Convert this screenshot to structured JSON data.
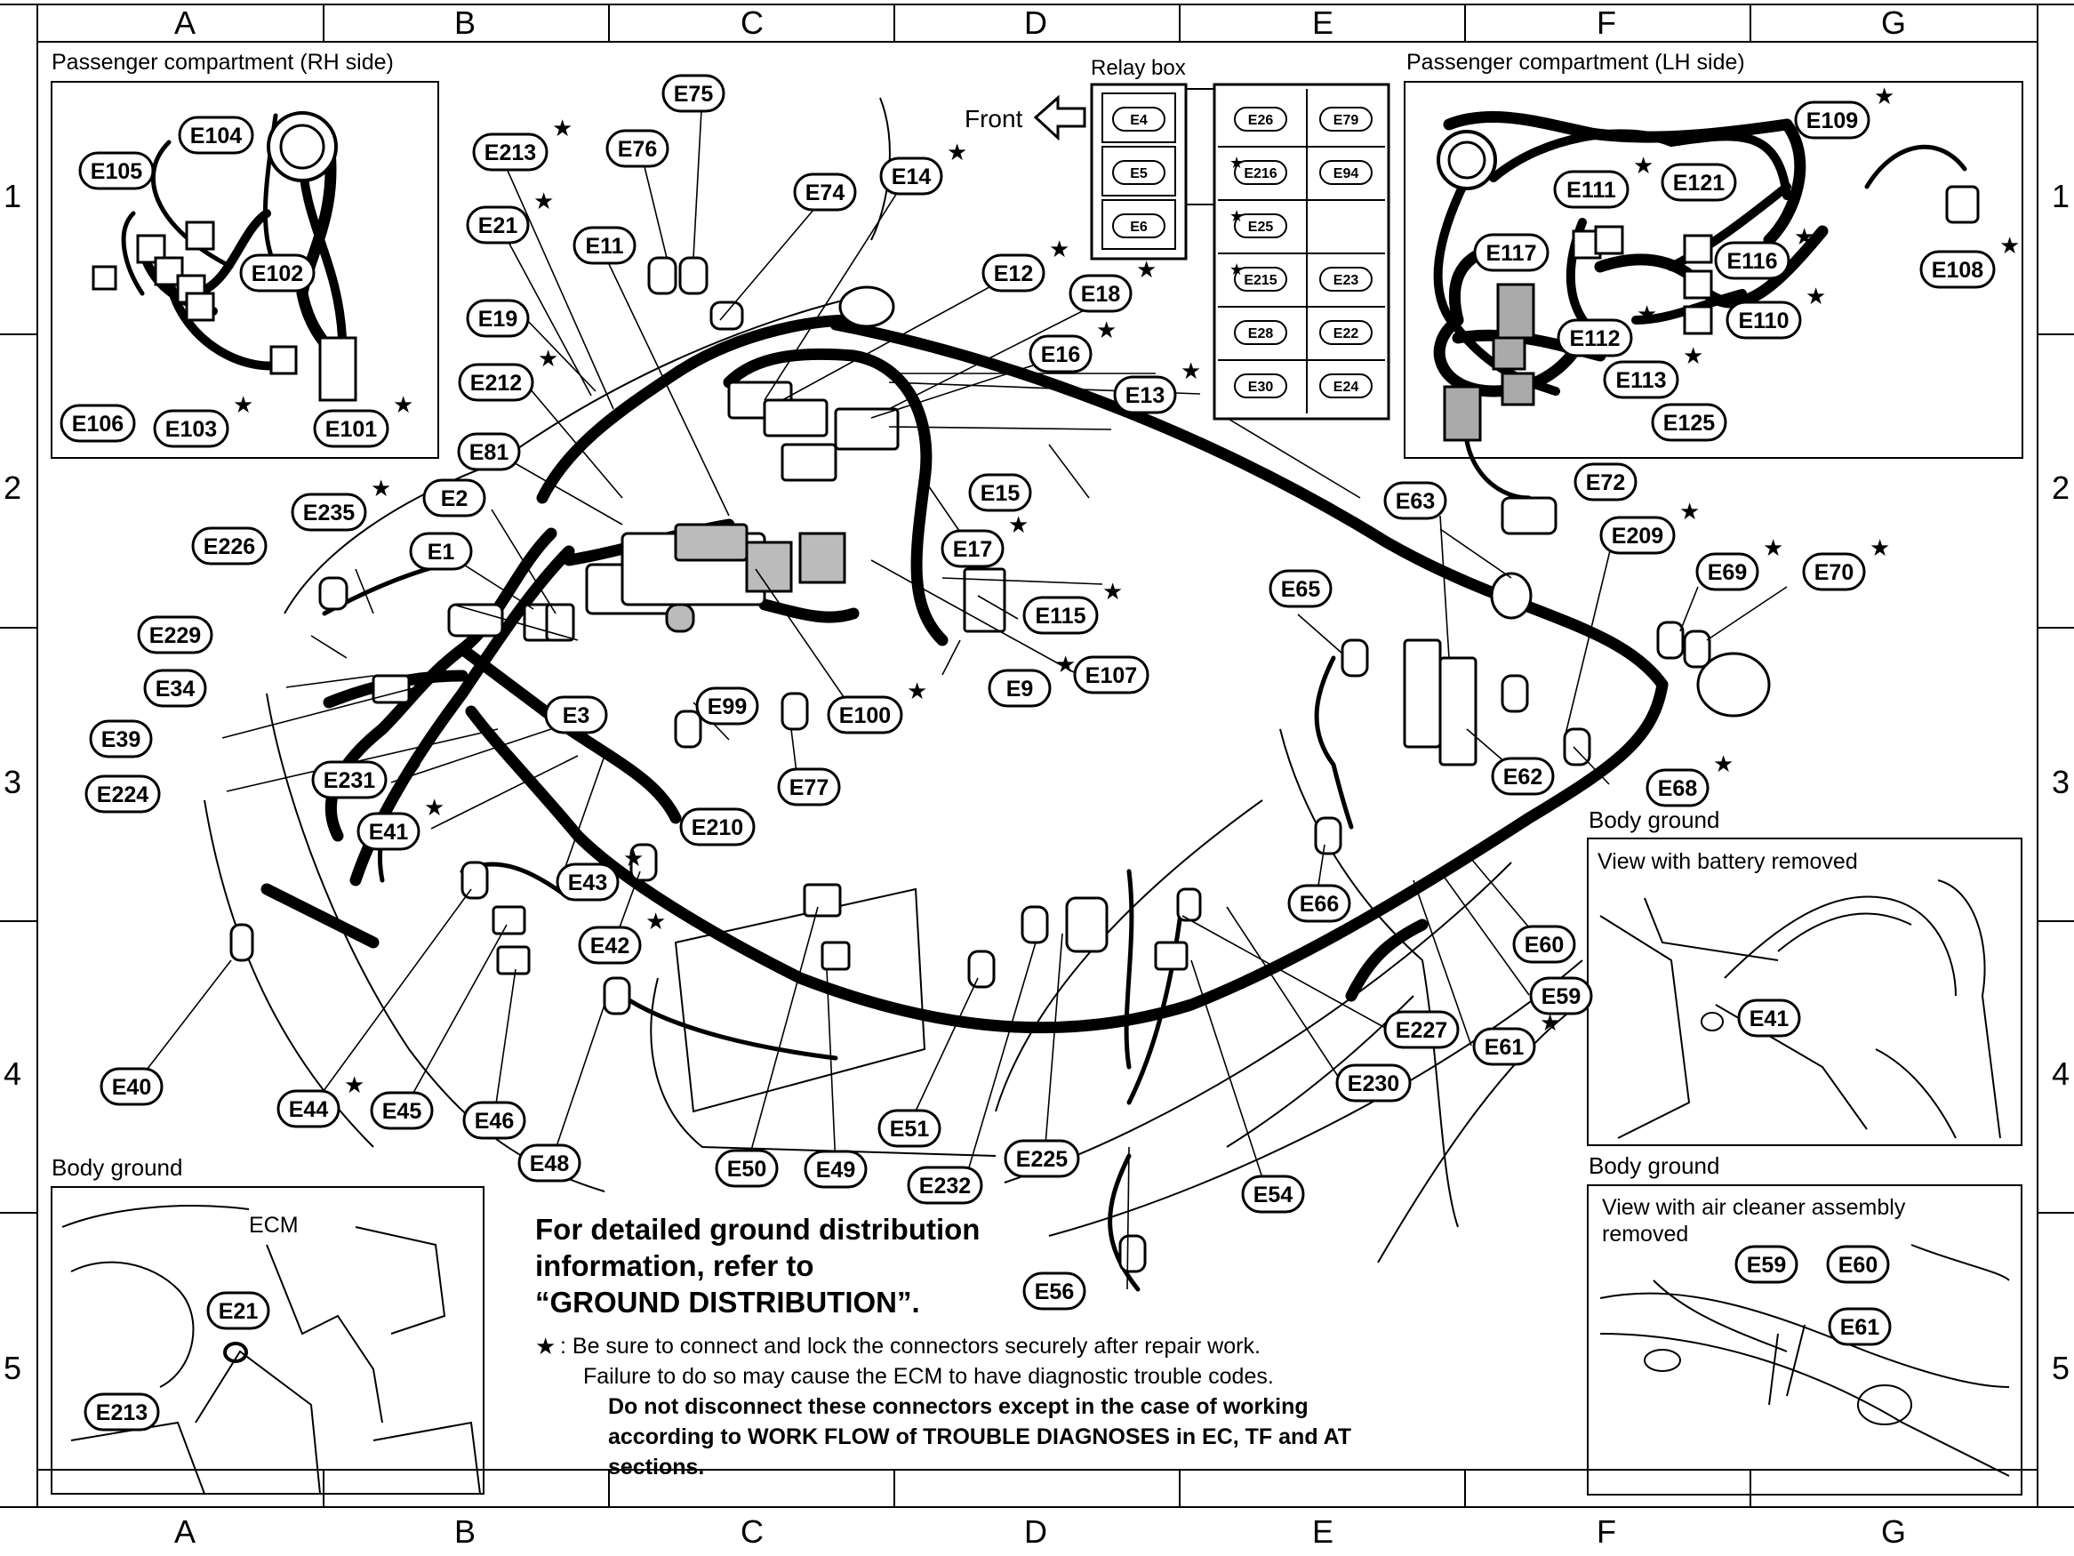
{
  "grid": {
    "columns": [
      "A",
      "B",
      "C",
      "D",
      "E",
      "F",
      "G"
    ],
    "rows": [
      "1",
      "2",
      "3",
      "4",
      "5"
    ]
  },
  "insets": {
    "rh_title": "Passenger compartment (RH side)",
    "lh_title": "Passenger compartment (LH side)",
    "relay_title": "Relay box",
    "front_label": "Front",
    "body_ground": "Body ground",
    "view_battery": "View with battery removed",
    "view_air_line1": "View with air cleaner assembly",
    "view_air_line2": "removed",
    "ecm_label": "ECM"
  },
  "connectors": {
    "E1": "E1",
    "E2": "E2",
    "E3": "E3",
    "E4": "E4",
    "E5": "E5",
    "E6": "E6",
    "E9": "E9",
    "E11": "E11",
    "E12": "E12",
    "E13": "E13",
    "E14": "E14",
    "E15": "E15",
    "E16": "E16",
    "E17": "E17",
    "E18": "E18",
    "E19": "E19",
    "E21": "E21",
    "E22": "E22",
    "E23": "E23",
    "E24": "E24",
    "E25": "E25",
    "E26": "E26",
    "E28": "E28",
    "E30": "E30",
    "E34": "E34",
    "E39": "E39",
    "E40": "E40",
    "E41": "E41",
    "E42": "E42",
    "E43": "E43",
    "E44": "E44",
    "E45": "E45",
    "E46": "E46",
    "E48": "E48",
    "E49": "E49",
    "E50": "E50",
    "E51": "E51",
    "E54": "E54",
    "E56": "E56",
    "E59": "E59",
    "E60": "E60",
    "E61": "E61",
    "E62": "E62",
    "E63": "E63",
    "E65": "E65",
    "E66": "E66",
    "E68": "E68",
    "E69": "E69",
    "E70": "E70",
    "E72": "E72",
    "E74": "E74",
    "E75": "E75",
    "E76": "E76",
    "E77": "E77",
    "E79": "E79",
    "E81": "E81",
    "E94": "E94",
    "E99": "E99",
    "E100": "E100",
    "E101": "E101",
    "E102": "E102",
    "E103": "E103",
    "E104": "E104",
    "E105": "E105",
    "E106": "E106",
    "E107": "E107",
    "E108": "E108",
    "E109": "E109",
    "E110": "E110",
    "E111": "E111",
    "E112": "E112",
    "E113": "E113",
    "E115": "E115",
    "E116": "E116",
    "E117": "E117",
    "E121": "E121",
    "E125": "E125",
    "E209": "E209",
    "E210": "E210",
    "E212": "E212",
    "E213": "E213",
    "E215": "E215",
    "E216": "E216",
    "E224": "E224",
    "E225": "E225",
    "E226": "E226",
    "E227": "E227",
    "E229": "E229",
    "E230": "E230",
    "E231": "E231",
    "E232": "E232",
    "E235": "E235"
  },
  "notes": {
    "ground_line1": "For detailed ground distribution",
    "ground_line2": "information, refer to",
    "ground_line3": "“GROUND DISTRIBUTION”.",
    "star_symbol": "★",
    "star_line1": ": Be sure to connect and lock the connectors securely after repair work.",
    "star_line2": "Failure to do so may cause the ECM to have diagnostic trouble codes.",
    "bold_line1": "Do not disconnect these connectors except in the case of working",
    "bold_line2": "according to WORK FLOW of TROUBLE DIAGNOSES in EC, TF and AT",
    "bold_line3": "sections."
  }
}
